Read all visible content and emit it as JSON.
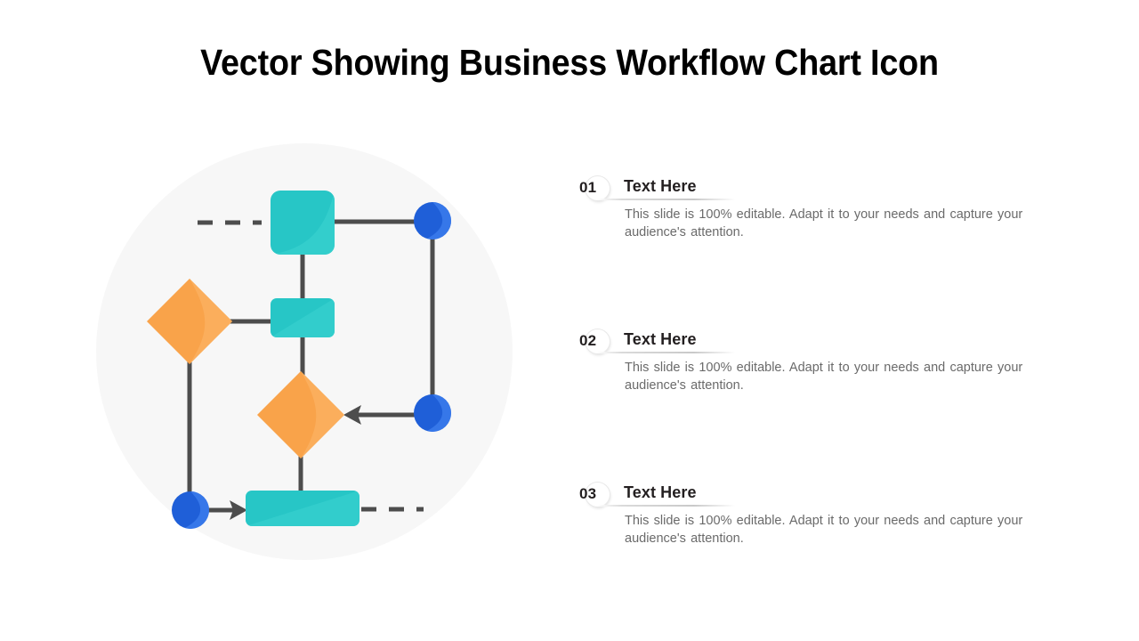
{
  "title": "Vector Showing Business Workflow Chart Icon",
  "illustration": {
    "name": "business-workflow-chart-icon",
    "backdrop_circle_color": "#f7f7f7",
    "palette": {
      "teal": "#26c6c6",
      "teal_light": "#3fd2d0",
      "teal_dark": "#1fb5b8",
      "orange": "#f9a34a",
      "orange_light": "#fbb163",
      "orange_dark": "#f59d3f",
      "blue": "#1f63da",
      "blue_light": "#3b7bec",
      "connector": "#4d4d4d"
    },
    "nodes": [
      {
        "id": "node-square-teal-top",
        "shape": "rounded-square",
        "color": "teal"
      },
      {
        "id": "node-circle-blue-top-right",
        "shape": "circle",
        "color": "blue"
      },
      {
        "id": "node-diamond-orange-left",
        "shape": "diamond",
        "color": "orange"
      },
      {
        "id": "node-rect-teal-middle",
        "shape": "rounded-rect",
        "color": "teal"
      },
      {
        "id": "node-diamond-orange-center",
        "shape": "diamond",
        "color": "orange"
      },
      {
        "id": "node-circle-blue-middle-right",
        "shape": "circle",
        "color": "blue"
      },
      {
        "id": "node-circle-blue-bottom-left",
        "shape": "circle",
        "color": "blue"
      },
      {
        "id": "node-rect-teal-bottom",
        "shape": "rounded-rect-wide",
        "color": "teal"
      }
    ],
    "connectors": [
      {
        "id": "dashed-top-left",
        "style": "dashed",
        "dashes": 3
      },
      {
        "id": "line-top-square-to-blue-circle",
        "style": "solid"
      },
      {
        "id": "line-blue-circle-down",
        "style": "solid"
      },
      {
        "id": "line-top-square-down-to-rect",
        "style": "solid"
      },
      {
        "id": "line-orange-diamond-to-rect",
        "style": "solid"
      },
      {
        "id": "line-orange-diamond-down",
        "style": "solid"
      },
      {
        "id": "line-rect-down-to-diamond",
        "style": "solid"
      },
      {
        "id": "arrow-blue-circle-to-center-diamond",
        "style": "arrow-left"
      },
      {
        "id": "line-center-diamond-down-to-bottom-rect",
        "style": "solid"
      },
      {
        "id": "arrow-bottom-circle-to-bottom-rect",
        "style": "arrow-right"
      },
      {
        "id": "dashed-bottom-right",
        "style": "dashed",
        "dashes": 3
      }
    ]
  },
  "content": {
    "items": [
      {
        "number": "01",
        "heading": "Text Here",
        "body": "This slide is 100% editable. Adapt it to your needs and capture your audience's attention."
      },
      {
        "number": "02",
        "heading": "Text Here",
        "body": "This slide is 100% editable. Adapt it to your needs and capture your audience's attention."
      },
      {
        "number": "03",
        "heading": "Text Here",
        "body": "This slide is 100% editable. Adapt it to your needs and capture your audience's attention."
      }
    ]
  }
}
